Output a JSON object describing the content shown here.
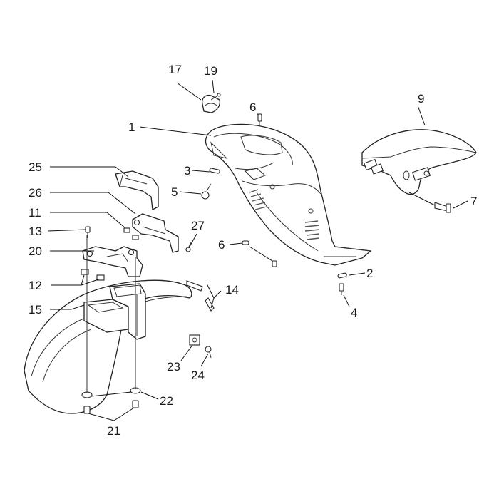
{
  "callouts": [
    {
      "id": "c1",
      "label": "1"
    },
    {
      "id": "c2",
      "label": "2"
    },
    {
      "id": "c3",
      "label": "3"
    },
    {
      "id": "c4",
      "label": "4"
    },
    {
      "id": "c5",
      "label": "5"
    },
    {
      "id": "c6a",
      "label": "6"
    },
    {
      "id": "c6b",
      "label": "6"
    },
    {
      "id": "c7",
      "label": "7"
    },
    {
      "id": "c9",
      "label": "9"
    },
    {
      "id": "c11",
      "label": "11"
    },
    {
      "id": "c12",
      "label": "12"
    },
    {
      "id": "c13",
      "label": "13"
    },
    {
      "id": "c14",
      "label": "14"
    },
    {
      "id": "c15",
      "label": "15"
    },
    {
      "id": "c17",
      "label": "17"
    },
    {
      "id": "c19",
      "label": "19"
    },
    {
      "id": "c20",
      "label": "20"
    },
    {
      "id": "c21",
      "label": "21"
    },
    {
      "id": "c22",
      "label": "22"
    },
    {
      "id": "c23",
      "label": "23"
    },
    {
      "id": "c24",
      "label": "24"
    },
    {
      "id": "c25",
      "label": "25"
    },
    {
      "id": "c26",
      "label": "26"
    },
    {
      "id": "c27",
      "label": "27"
    }
  ]
}
